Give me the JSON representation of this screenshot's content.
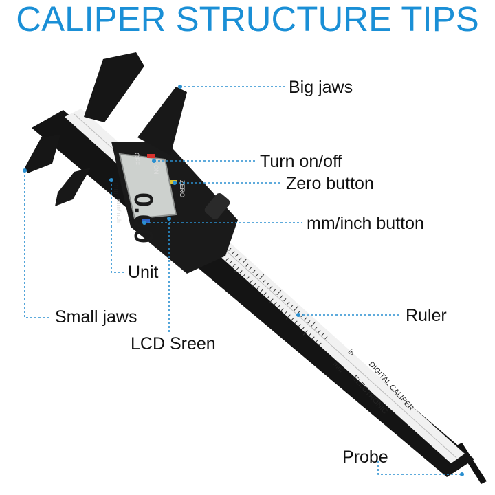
{
  "title": "CALIPER STRUCTURE TIPS",
  "labels": {
    "big_jaws": "Big jaws",
    "turn_on_off": "Turn on/off",
    "zero_button": "Zero button",
    "mm_inch_button": "mm/inch button",
    "unit": "Unit",
    "ruler": "Ruler",
    "small_jaws": "Small jaws",
    "lcd_screen": "LCD Sreen",
    "probe": "Probe"
  },
  "device": {
    "lcd_reading": "0.00",
    "unit_mark": "mm",
    "button_off": "OFF",
    "button_on": "ON",
    "button_zero": "ZERO",
    "button_mm_inch": "mm/inch",
    "brand_line1": "DIGITAL CALIPER",
    "brand_line2": "ELECTRONIC",
    "scale_unit_mm": "mm",
    "scale_unit_in": "in"
  },
  "colors": {
    "title": "#1a8fd6",
    "leader": "#2a8fd0",
    "body": "#121212",
    "ruler": "#f2f2f2",
    "lcd": "#cfd3d0"
  }
}
